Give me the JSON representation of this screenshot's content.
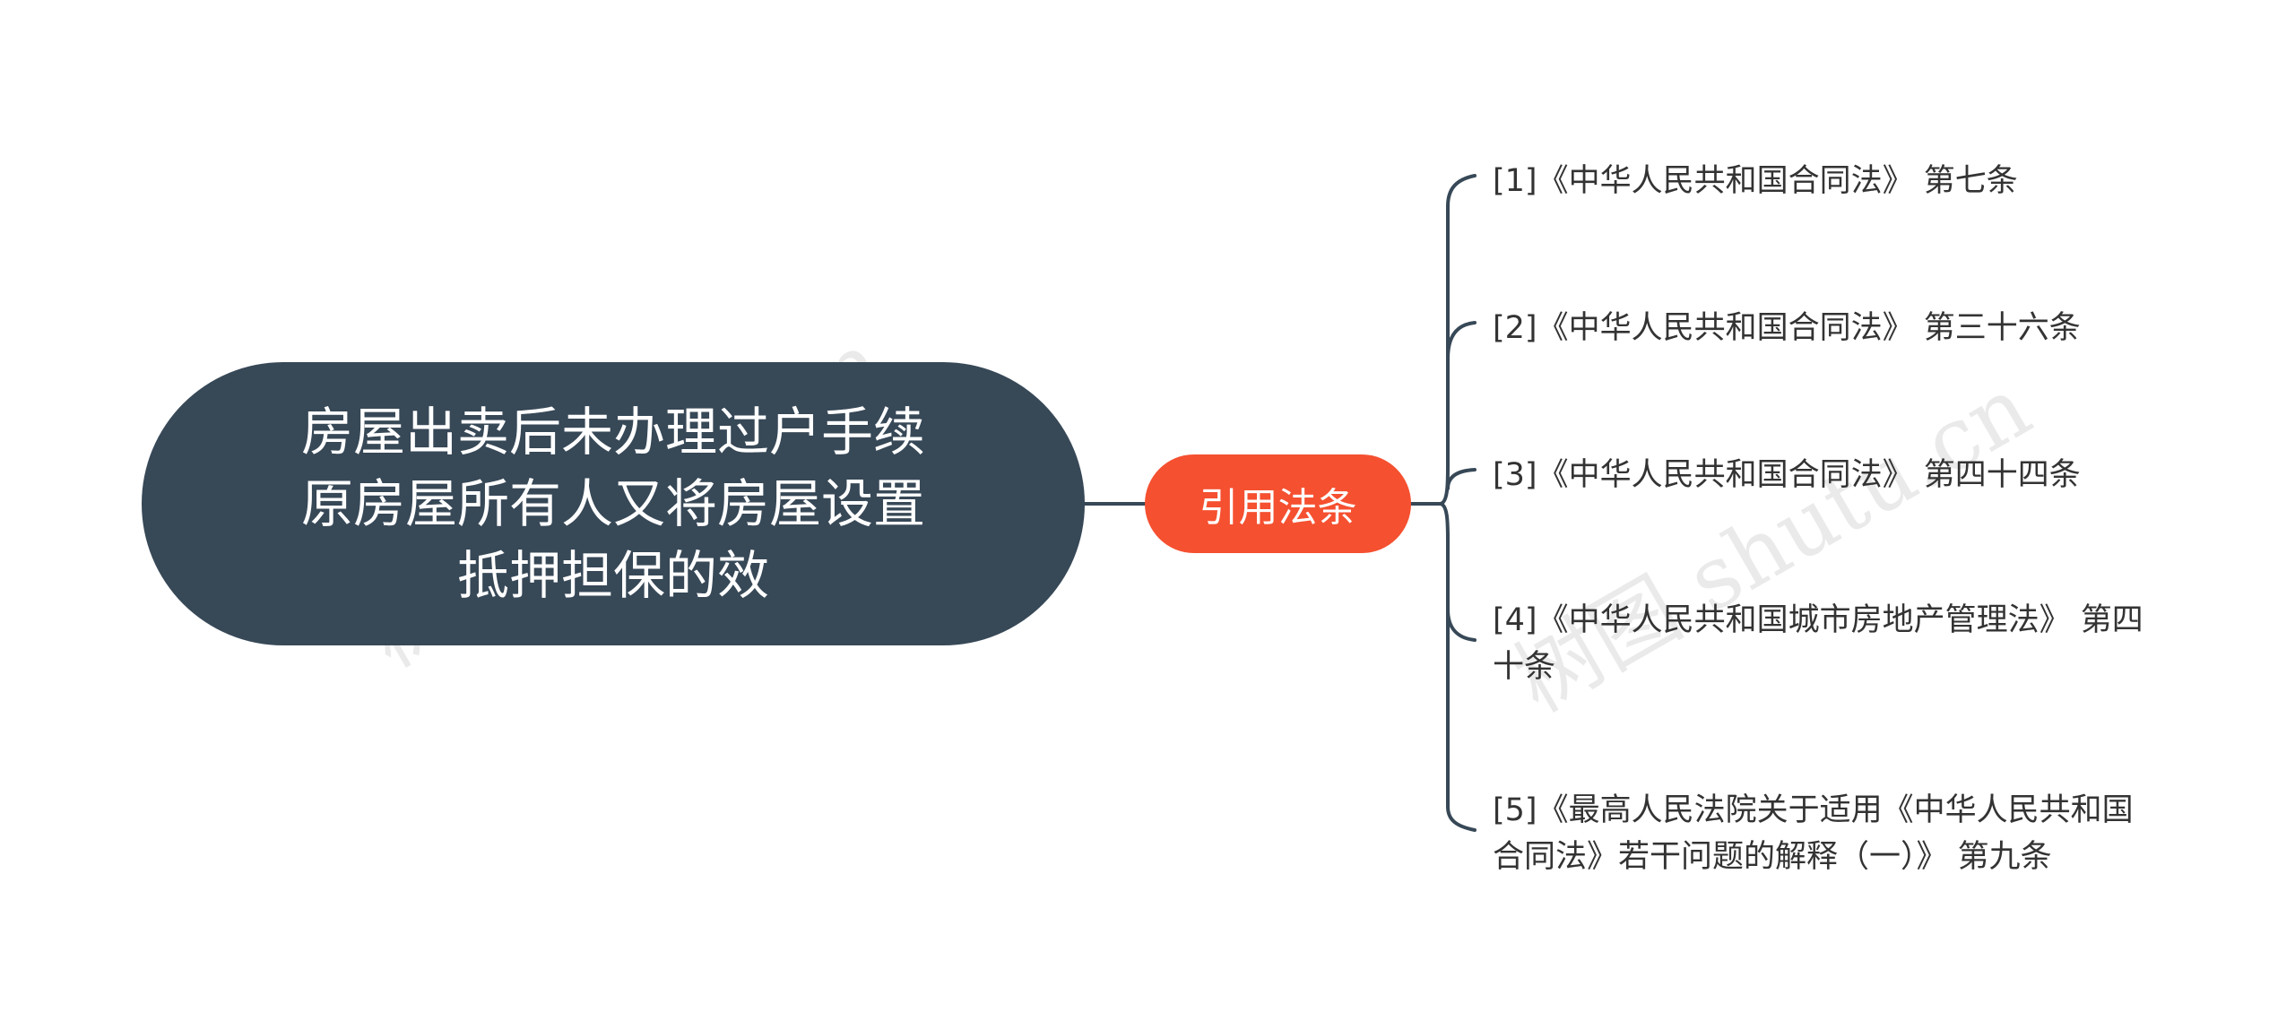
{
  "root": {
    "label": "房屋出卖后未办理过户手续原房屋所有人又将房屋设置抵押担保的效",
    "color": "#374857"
  },
  "branch": {
    "label": "引用法条",
    "color": "#f55030"
  },
  "leaves": [
    {
      "label": "[1]《中华人民共和国合同法》 第七条"
    },
    {
      "label": "[2]《中华人民共和国合同法》 第三十六条"
    },
    {
      "label": "[3]《中华人民共和国合同法》 第四十四条"
    },
    {
      "label": "[4]《中华人民共和国城市房地产管理法》 第四十条"
    },
    {
      "label": "[5]《最高人民法院关于适用《中华人民共和国合同法》若干问题的解释（一）》 第九条"
    }
  ],
  "watermark": {
    "text": "树图 shutu.cn"
  },
  "line_color": "#374857"
}
